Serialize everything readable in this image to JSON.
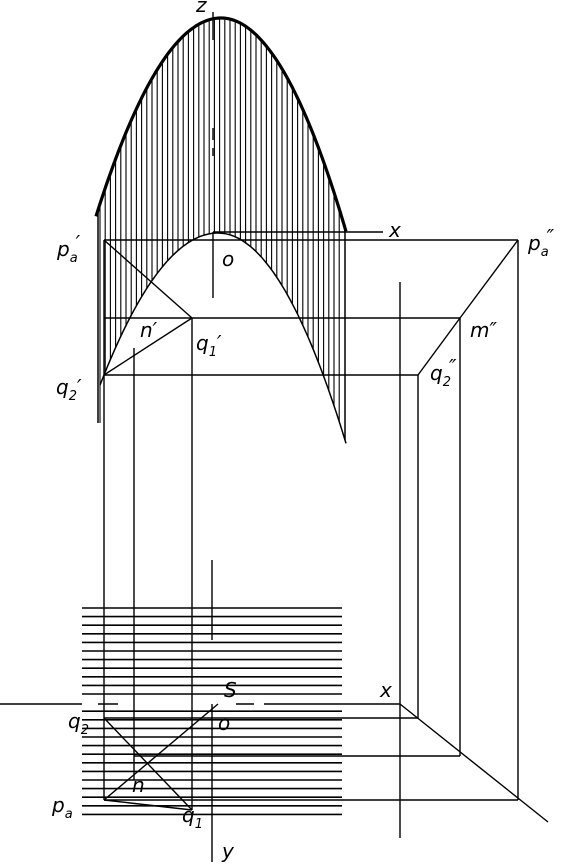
{
  "labels": {
    "z": "z",
    "x_top": "x",
    "o_top": "o",
    "pa_prime": "p",
    "pa_prime_sub": "a",
    "pa_prime_mark": "′",
    "pa_dprime": "p",
    "pa_dprime_sub": "a",
    "pa_dprime_mark": "″",
    "n_prime": "n′",
    "q1_prime": "q",
    "q1_prime_sub": "1",
    "q1_prime_mark": "′",
    "m_dprime": "m″",
    "q2_prime": "q",
    "q2_prime_sub": "2",
    "q2_prime_mark": "′",
    "q2_dprime": "q",
    "q2_dprime_sub": "2",
    "q2_dprime_mark": "″",
    "S": "S",
    "x_bottom": "x",
    "o_bottom": "o",
    "q2": "q",
    "q2_sub": "2",
    "n": "n",
    "pa": "p",
    "pa_sub": "a",
    "q1": "q",
    "q1_sub": "1",
    "y": "y"
  }
}
